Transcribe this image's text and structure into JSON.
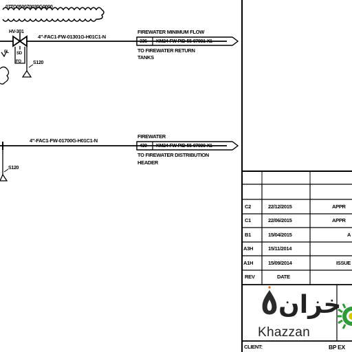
{
  "drawing": {
    "top_cloud_text": "07TO0500Z0030G0000",
    "valve_tag": "HV-301",
    "valve_side_labels": [
      "FL",
      "FO"
    ],
    "instrument_text": "SD",
    "line1": {
      "spec": "4\"-FAC1-FW-01301G-H01C1-N",
      "service": "FIREWATER MINIMUM FLOW",
      "box_ref": "336",
      "connector_ref": "KM24-FW-PID-55-07091-X1",
      "dest_line1": "TO FIREWATER RETURN",
      "dest_line2": "TANKS",
      "support_tag": "S120"
    },
    "line2": {
      "spec": "4\"-FAC1-FW-01700G-H01C1-N",
      "service": "FIREWATER",
      "box_ref": "430",
      "connector_ref": "KM24-FW-PID-55-07090-X1",
      "dest_line1": "TO FIREWATER DISTRIBUTION",
      "dest_line2": "HEADER",
      "support_tag": "S120"
    }
  },
  "title_block": {
    "revisions": [
      {
        "rev": "C2",
        "date": "22/12/2015",
        "desc": "APPR"
      },
      {
        "rev": "C1",
        "date": "22/06/2015",
        "desc": "APPR"
      },
      {
        "rev": "B1",
        "date": "15/04/2015",
        "desc": "A"
      },
      {
        "rev": "A3H",
        "date": "15/11/2014",
        "desc": ""
      },
      {
        "rev": "A1H",
        "date": "15/09/2014",
        "desc": "ISSUE"
      }
    ],
    "header_rev": "REV",
    "header_date": "DATE",
    "logo_arabic": "خزان",
    "logo_text": "Khazzan",
    "client_label": "CLIENT:",
    "client_value": "BP EX"
  },
  "colors": {
    "line": "#000000",
    "logo_dark": "#2b2b2b",
    "logo_accent": "#e0621a",
    "bp_green": "#2e9a3a",
    "bp_yellow": "#d8c800"
  }
}
